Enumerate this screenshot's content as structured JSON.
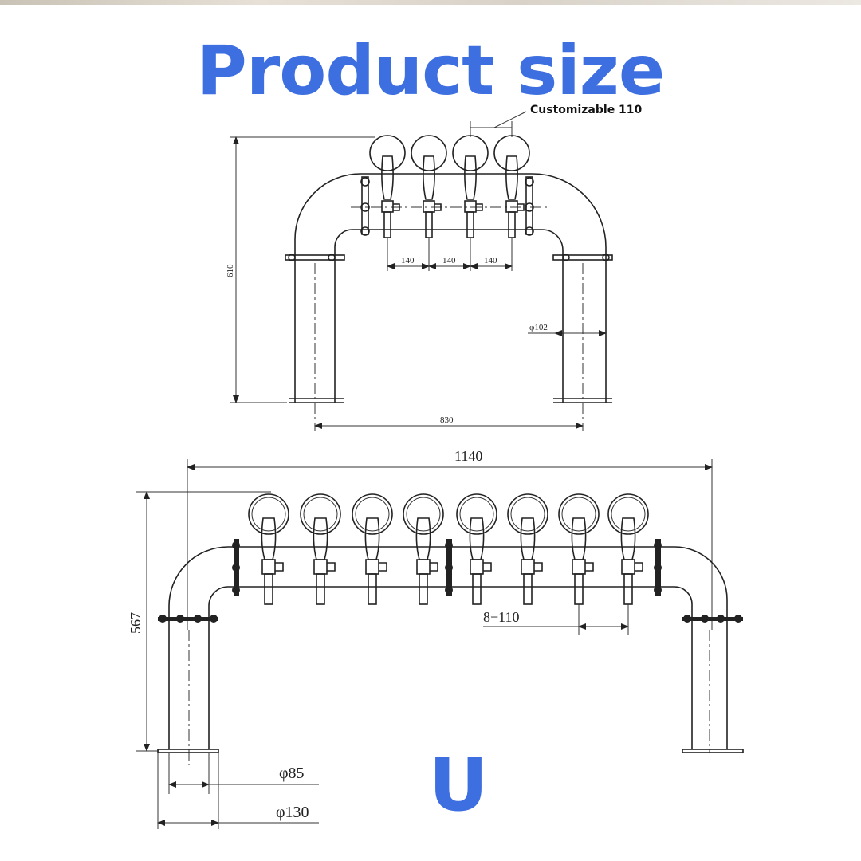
{
  "header": {
    "title": "Product size"
  },
  "top_drawing": {
    "callout": "Customizable 110",
    "height_dim": "610",
    "tap_spacings": [
      "140",
      "140",
      "140"
    ],
    "leg_diameter": "φ102",
    "leg_span": "830",
    "tap_count": 4
  },
  "bottom_drawing": {
    "width_dim": "1140",
    "height_dim": "567",
    "tap_spacing": "8−110",
    "inner_diameter": "φ85",
    "base_diameter": "φ130",
    "tap_count": 8
  },
  "shape_label": "U",
  "colors": {
    "title": "#3d6fe0",
    "line": "#222222"
  }
}
